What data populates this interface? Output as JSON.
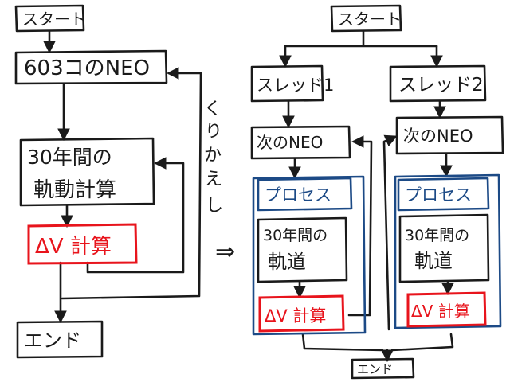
{
  "colors": {
    "ink": "#1a1a1a",
    "red": "#e8141c",
    "blue": "#1c4a86",
    "background": "#ffffff"
  },
  "left": {
    "start": "スタート",
    "neo603": "603コのNEO",
    "orbit": [
      "30年間の",
      "軌動計算"
    ],
    "dv": "ΔV 計算",
    "end": "エンド",
    "loop_label": [
      "く",
      "り",
      "か",
      "え",
      "し"
    ]
  },
  "transform_arrow": "⇒",
  "right": {
    "start": "スタート",
    "thread1": "スレッド1",
    "thread2": "スレッド2",
    "next_neo1": "次のNEO",
    "next_neo2": "次のNEO",
    "process1": "プロセス",
    "process2": "プロセス",
    "orbit1": [
      "30年間の",
      "軌道"
    ],
    "orbit2": [
      "30年間の",
      "軌道"
    ],
    "dv1": "ΔV 計算",
    "dv2": "ΔV 計算",
    "end": "エンド"
  }
}
